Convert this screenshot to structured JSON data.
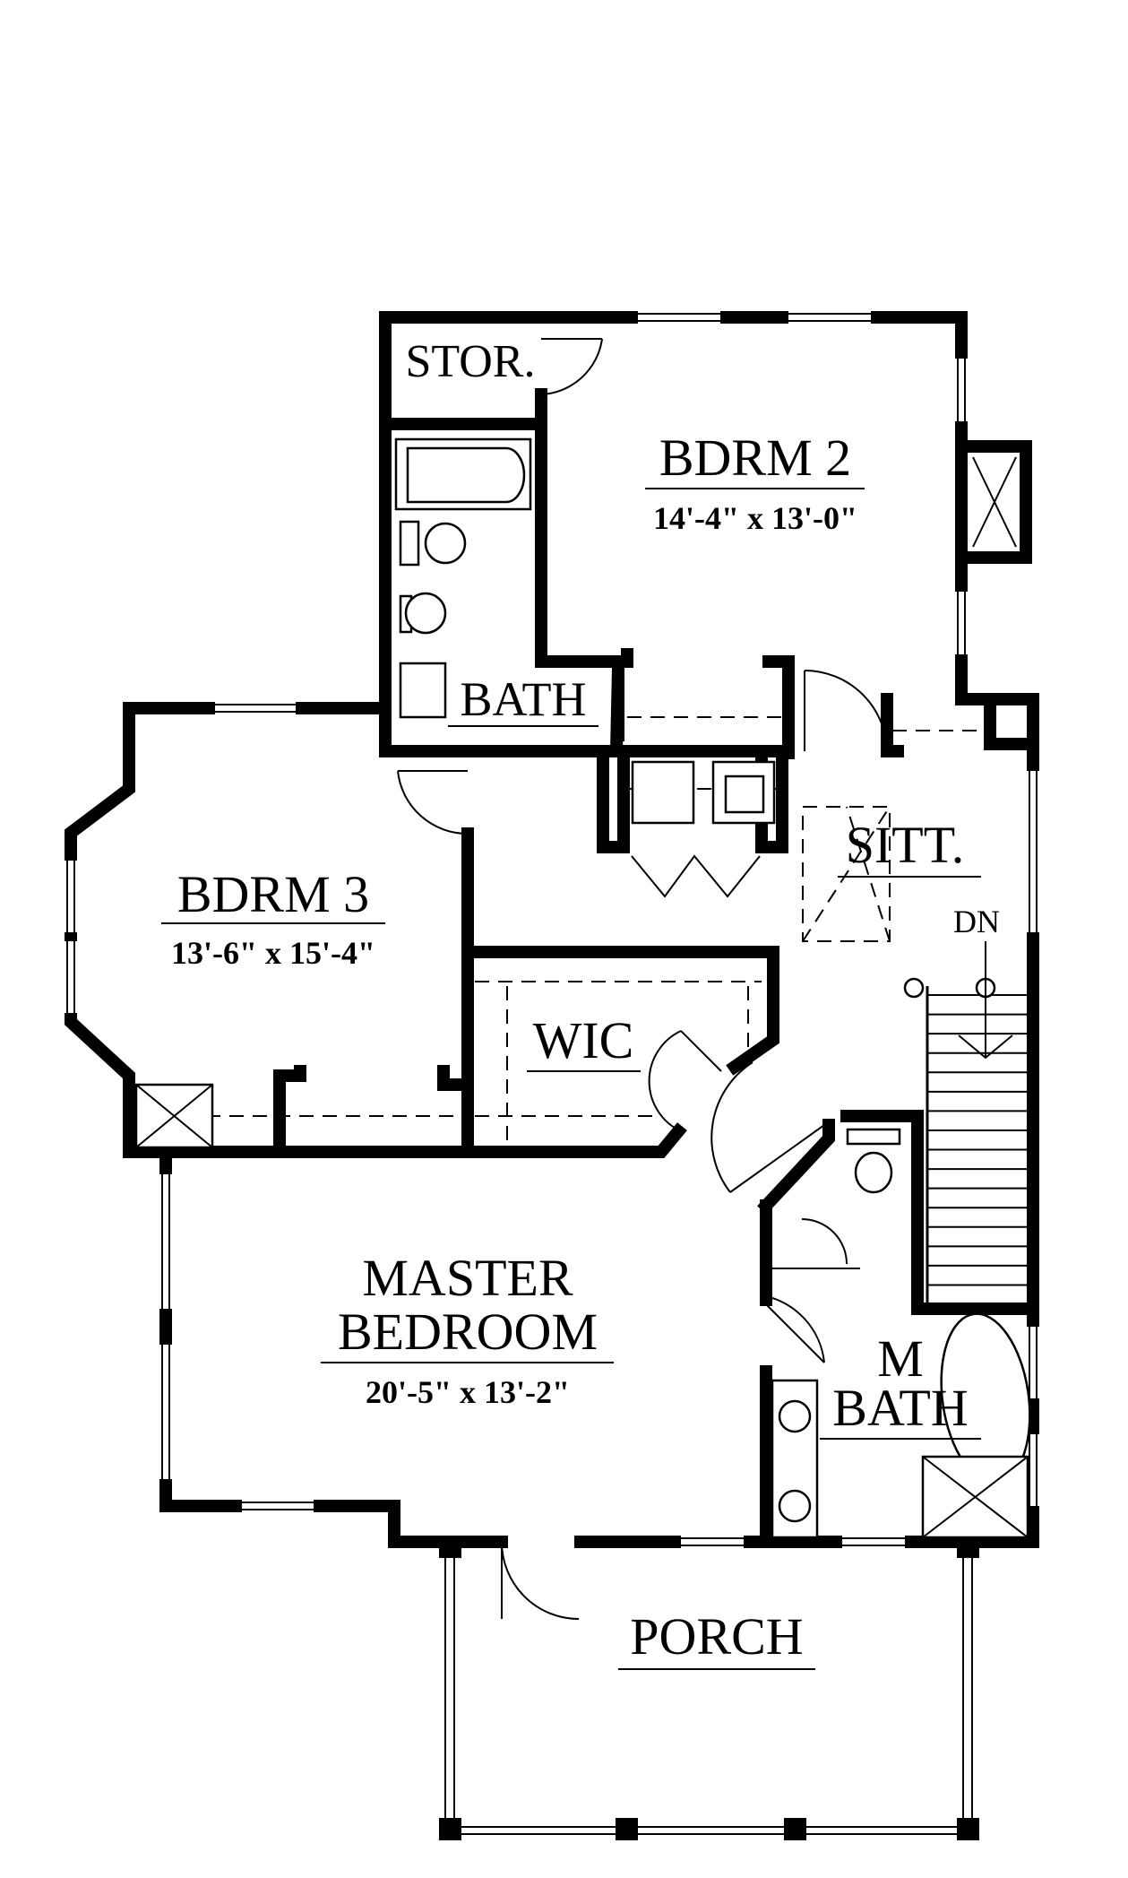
{
  "rooms": {
    "stor": {
      "title": "STOR."
    },
    "bdrm2": {
      "title": "BDRM 2",
      "dims": "14'-4\" x 13'-0\""
    },
    "bath": {
      "title": "BATH"
    },
    "bdrm3": {
      "title": "BDRM 3",
      "dims": "13'-6\" x 15'-4\""
    },
    "sitt": {
      "title": "SITT."
    },
    "dn": {
      "title": "DN"
    },
    "wic": {
      "title": "WIC"
    },
    "master": {
      "title_line1": "MASTER",
      "title_line2": "BEDROOM",
      "dims": "20'-5\" x 13'-2\""
    },
    "mbath": {
      "title_line1": "M",
      "title_line2": "BATH"
    },
    "porch": {
      "title": "PORCH"
    }
  }
}
